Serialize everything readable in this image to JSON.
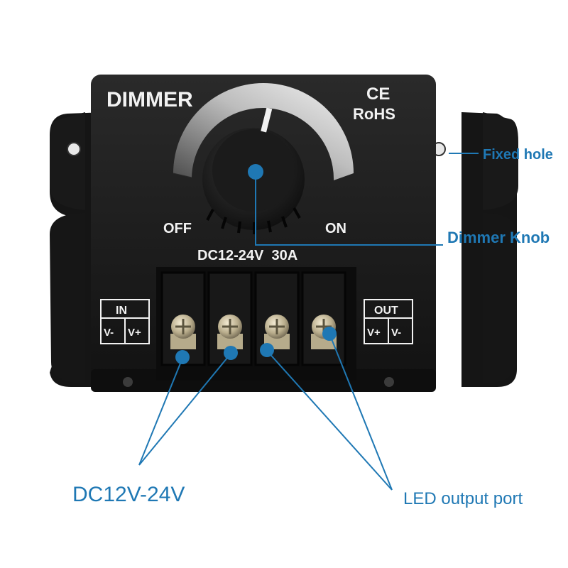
{
  "device": {
    "title": "DIMMER",
    "cert_ce": "CE",
    "cert_rohs": "RoHS",
    "off_label": "OFF",
    "on_label": "ON",
    "rating": "DC12-24V  30A",
    "in_block": {
      "title": "IN",
      "minus": "V-",
      "plus": "V+"
    },
    "out_block": {
      "title": "OUT",
      "plus": "V+",
      "minus": "V-"
    }
  },
  "callouts": {
    "fixed_hole": "Fixed hole",
    "dimmer_knob": "Dimmer Knob",
    "input_voltage": "DC12V-24V",
    "led_output": "LED output port"
  },
  "colors": {
    "callout_blue": "#1f78b4",
    "housing": "#1b1b1b",
    "label_white": "#f2f2f2"
  }
}
